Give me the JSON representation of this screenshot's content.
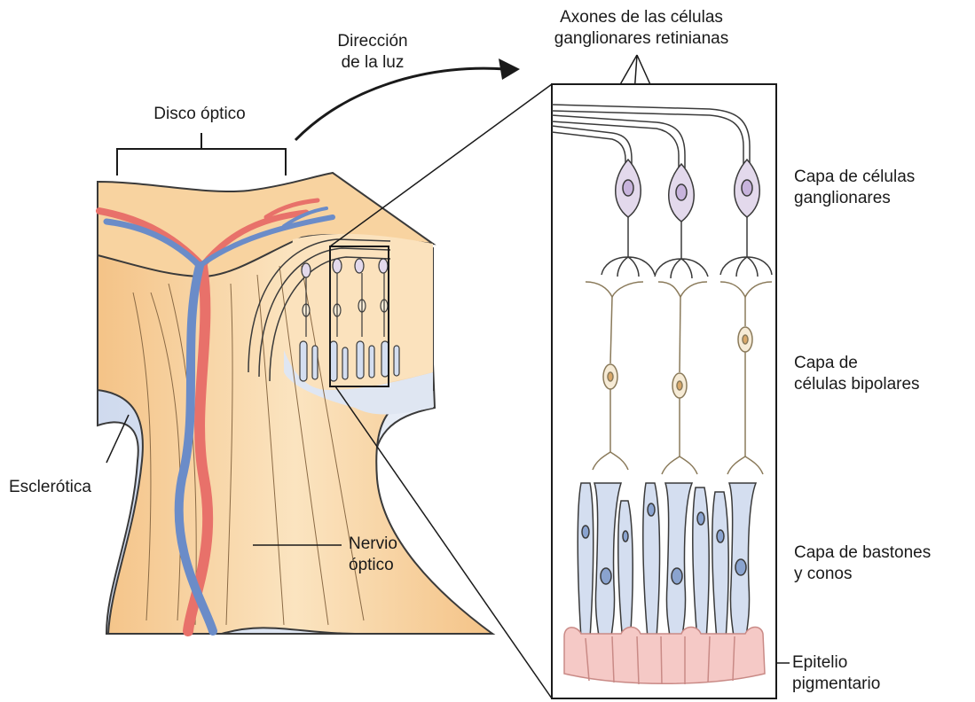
{
  "labels": {
    "axons_line1": "Axones de las células",
    "axons_line2": "ganglionares retinianas",
    "light_line1": "Dirección",
    "light_line2": "de la luz",
    "optic_disc": "Disco óptico",
    "ganglion_line1": "Capa de células",
    "ganglion_line2": "ganglionares",
    "bipolar_line1": "Capa de",
    "bipolar_line2": "células bipolares",
    "rods_line1": "Capa de bastones",
    "rods_line2": "y conos",
    "sclera": "Esclerótica",
    "nerve_line1": "Nervio",
    "nerve_line2": "óptico",
    "epithelium_line1": "Epitelio",
    "epithelium_line2": "pigmentario"
  },
  "colors": {
    "tissue": "#f6c98c",
    "tissue_light": "#fbe6c4",
    "sclera": "#dfe6f2",
    "artery": "#e8716a",
    "vein": "#6b8cc8",
    "ganglion_cell": "#e3d9ec",
    "bipolar_cell": "#f6ebd6",
    "photoreceptor": "#d4def0",
    "epithelium": "#f5c9c6",
    "outline": "#3a3a3a"
  }
}
